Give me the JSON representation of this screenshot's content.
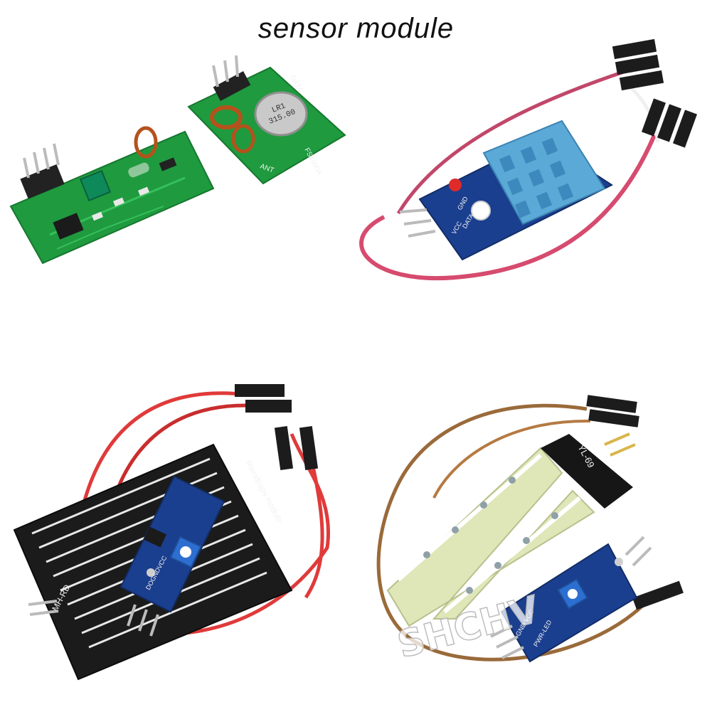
{
  "title": "sensor module",
  "watermark": "SHCHV",
  "transmitter": {
    "crystal": "LR1\n315.00",
    "label_data": "DATA",
    "label_ant": "ANT",
    "label_model": "FS1000A"
  },
  "dht": {
    "label_vcc": "VCC",
    "label_data": "DATA",
    "label_gnd": "GND"
  },
  "rain": {
    "board_label": "Raindrops module",
    "pcb_label": "MH-RD",
    "pins": "DOGNDVCC"
  },
  "soil": {
    "probe_label": "YL-69",
    "pins": "GND VCC",
    "led_label": "PWR-LED"
  },
  "colors": {
    "pcb_green": "#1f9a3f",
    "pcb_blue": "#1b3f8f",
    "sensor_blue": "#5aa9d6",
    "wire_red": "#e03a3a",
    "wire_brown": "#9a6a3a"
  }
}
